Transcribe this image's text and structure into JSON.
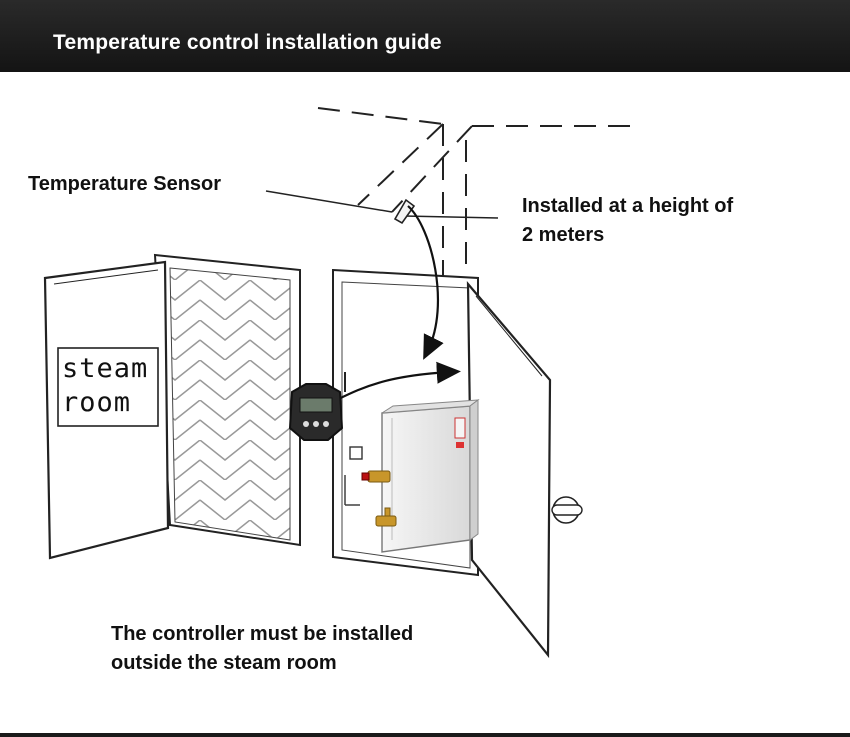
{
  "header": {
    "title": "Temperature control installation guide"
  },
  "labels": {
    "sensor": "Temperature Sensor",
    "height_line1": "Installed at a height of",
    "height_line2": "2 meters",
    "controller_line1": "The controller must be installed",
    "controller_line2": "outside the steam room"
  },
  "door_sign": {
    "line1": "steam",
    "line2": "room"
  },
  "colors": {
    "header_bg": "#1c1c1c",
    "header_text": "#ffffff",
    "line": "#111111",
    "generator_body": "#ececec",
    "valve_brass": "#c8962a"
  },
  "icons": [
    "controller-panel-icon",
    "steam-generator-icon",
    "door-handle-icon",
    "brass-valve-icon"
  ]
}
